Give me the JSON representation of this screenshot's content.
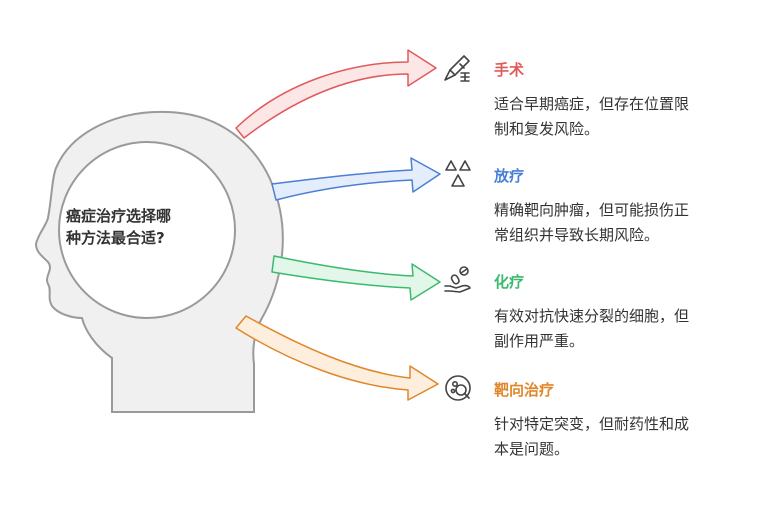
{
  "center": {
    "question_line1": "癌症治疗选择哪",
    "question_line2": "种方法最合适?"
  },
  "options": [
    {
      "title": "手术",
      "desc_line1": "适合早期癌症，但存在位置限",
      "desc_line2": "制和复发风险。",
      "color": "#e05a5a",
      "icon": "scalpel-icon"
    },
    {
      "title": "放疗",
      "desc_line1": "精确靶向肿瘤，但可能损伤正",
      "desc_line2": "常组织并导致长期风险。",
      "color": "#4a7fd6",
      "icon": "radiation-icon"
    },
    {
      "title": "化疗",
      "desc_line1": "有效对抗快速分裂的细胞，但",
      "desc_line2": "副作用严重。",
      "color": "#3bba6e",
      "icon": "pills-hand-icon"
    },
    {
      "title": "靶向治疗",
      "desc_line1": "针对特定突变，但耐药性和成",
      "desc_line2": "本是问题。",
      "color": "#e0872a",
      "icon": "target-cell-icon"
    }
  ]
}
